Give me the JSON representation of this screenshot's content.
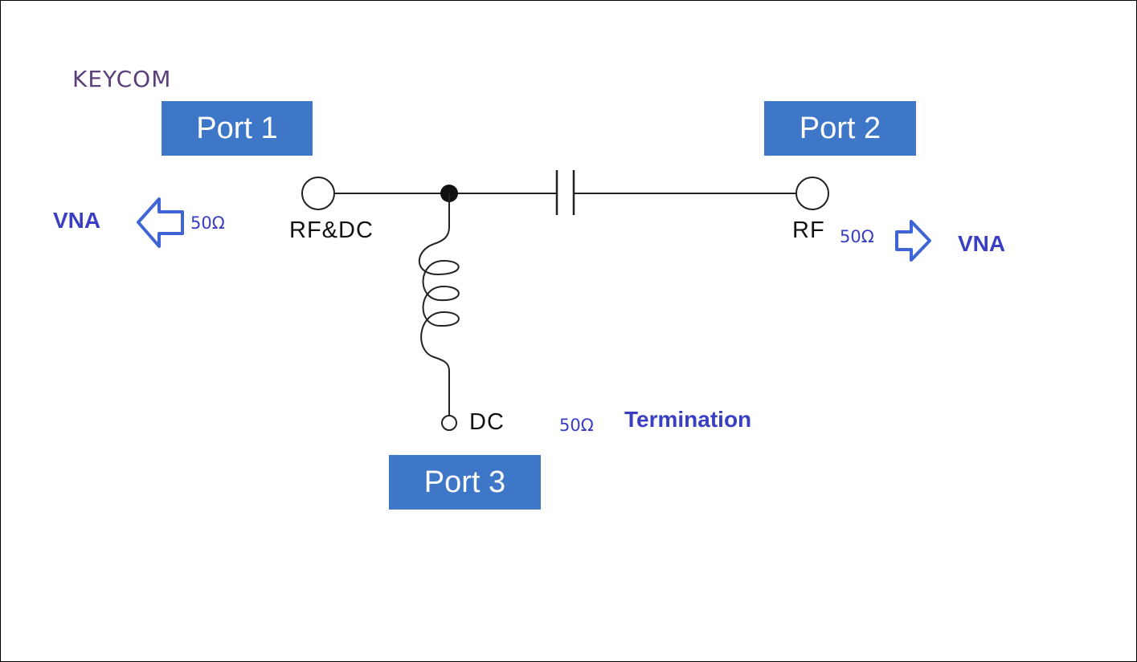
{
  "logo": {
    "text": "KEYCOM",
    "color": "#5b3f7a"
  },
  "ports": {
    "port1": {
      "label": "Port 1",
      "terminal": "RF&DC"
    },
    "port2": {
      "label": "Port 2",
      "terminal": "RF"
    },
    "port3": {
      "label": "Port 3",
      "terminal": "DC"
    },
    "box_color": "#3f77c8"
  },
  "connections": {
    "left": {
      "instrument": "VNA",
      "impedance": "50Ω",
      "arrow_direction": "left"
    },
    "right": {
      "instrument": "VNA",
      "impedance": "50Ω",
      "arrow_direction": "right"
    },
    "dc": {
      "impedance": "50Ω",
      "note": "Termination"
    },
    "accent_color": "#3a3fc2",
    "arrow_color": "#3f64d6"
  },
  "circuit": {
    "elements": [
      "capacitor",
      "inductor"
    ],
    "junction": "filled-node",
    "wire_color": "#222222"
  }
}
